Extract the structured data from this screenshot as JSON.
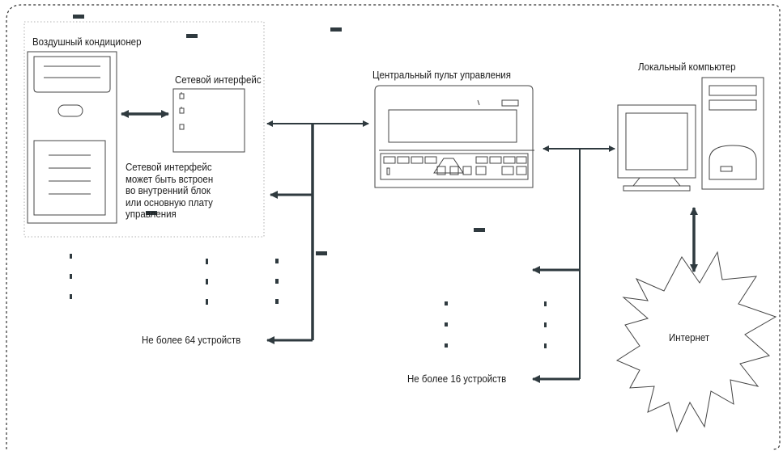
{
  "labels": {
    "air_conditioner": "Воздушный кондиционер",
    "network_interface": "Сетевой интерфейс",
    "central_console": "Центральный пульт управления",
    "local_computer": "Локальный компьютер",
    "interface_note": "Сетевой интерфейс\nможет быть встроен\nво внутренний блок\nили основную плату\nуправления",
    "max_64": "Не более 64 устройств",
    "max_16": "Не более 16 устройств",
    "internet": "Интернет"
  },
  "colors": {
    "line": "#2f3a3f",
    "outline": "#444444",
    "dashed_border": "#333333"
  }
}
